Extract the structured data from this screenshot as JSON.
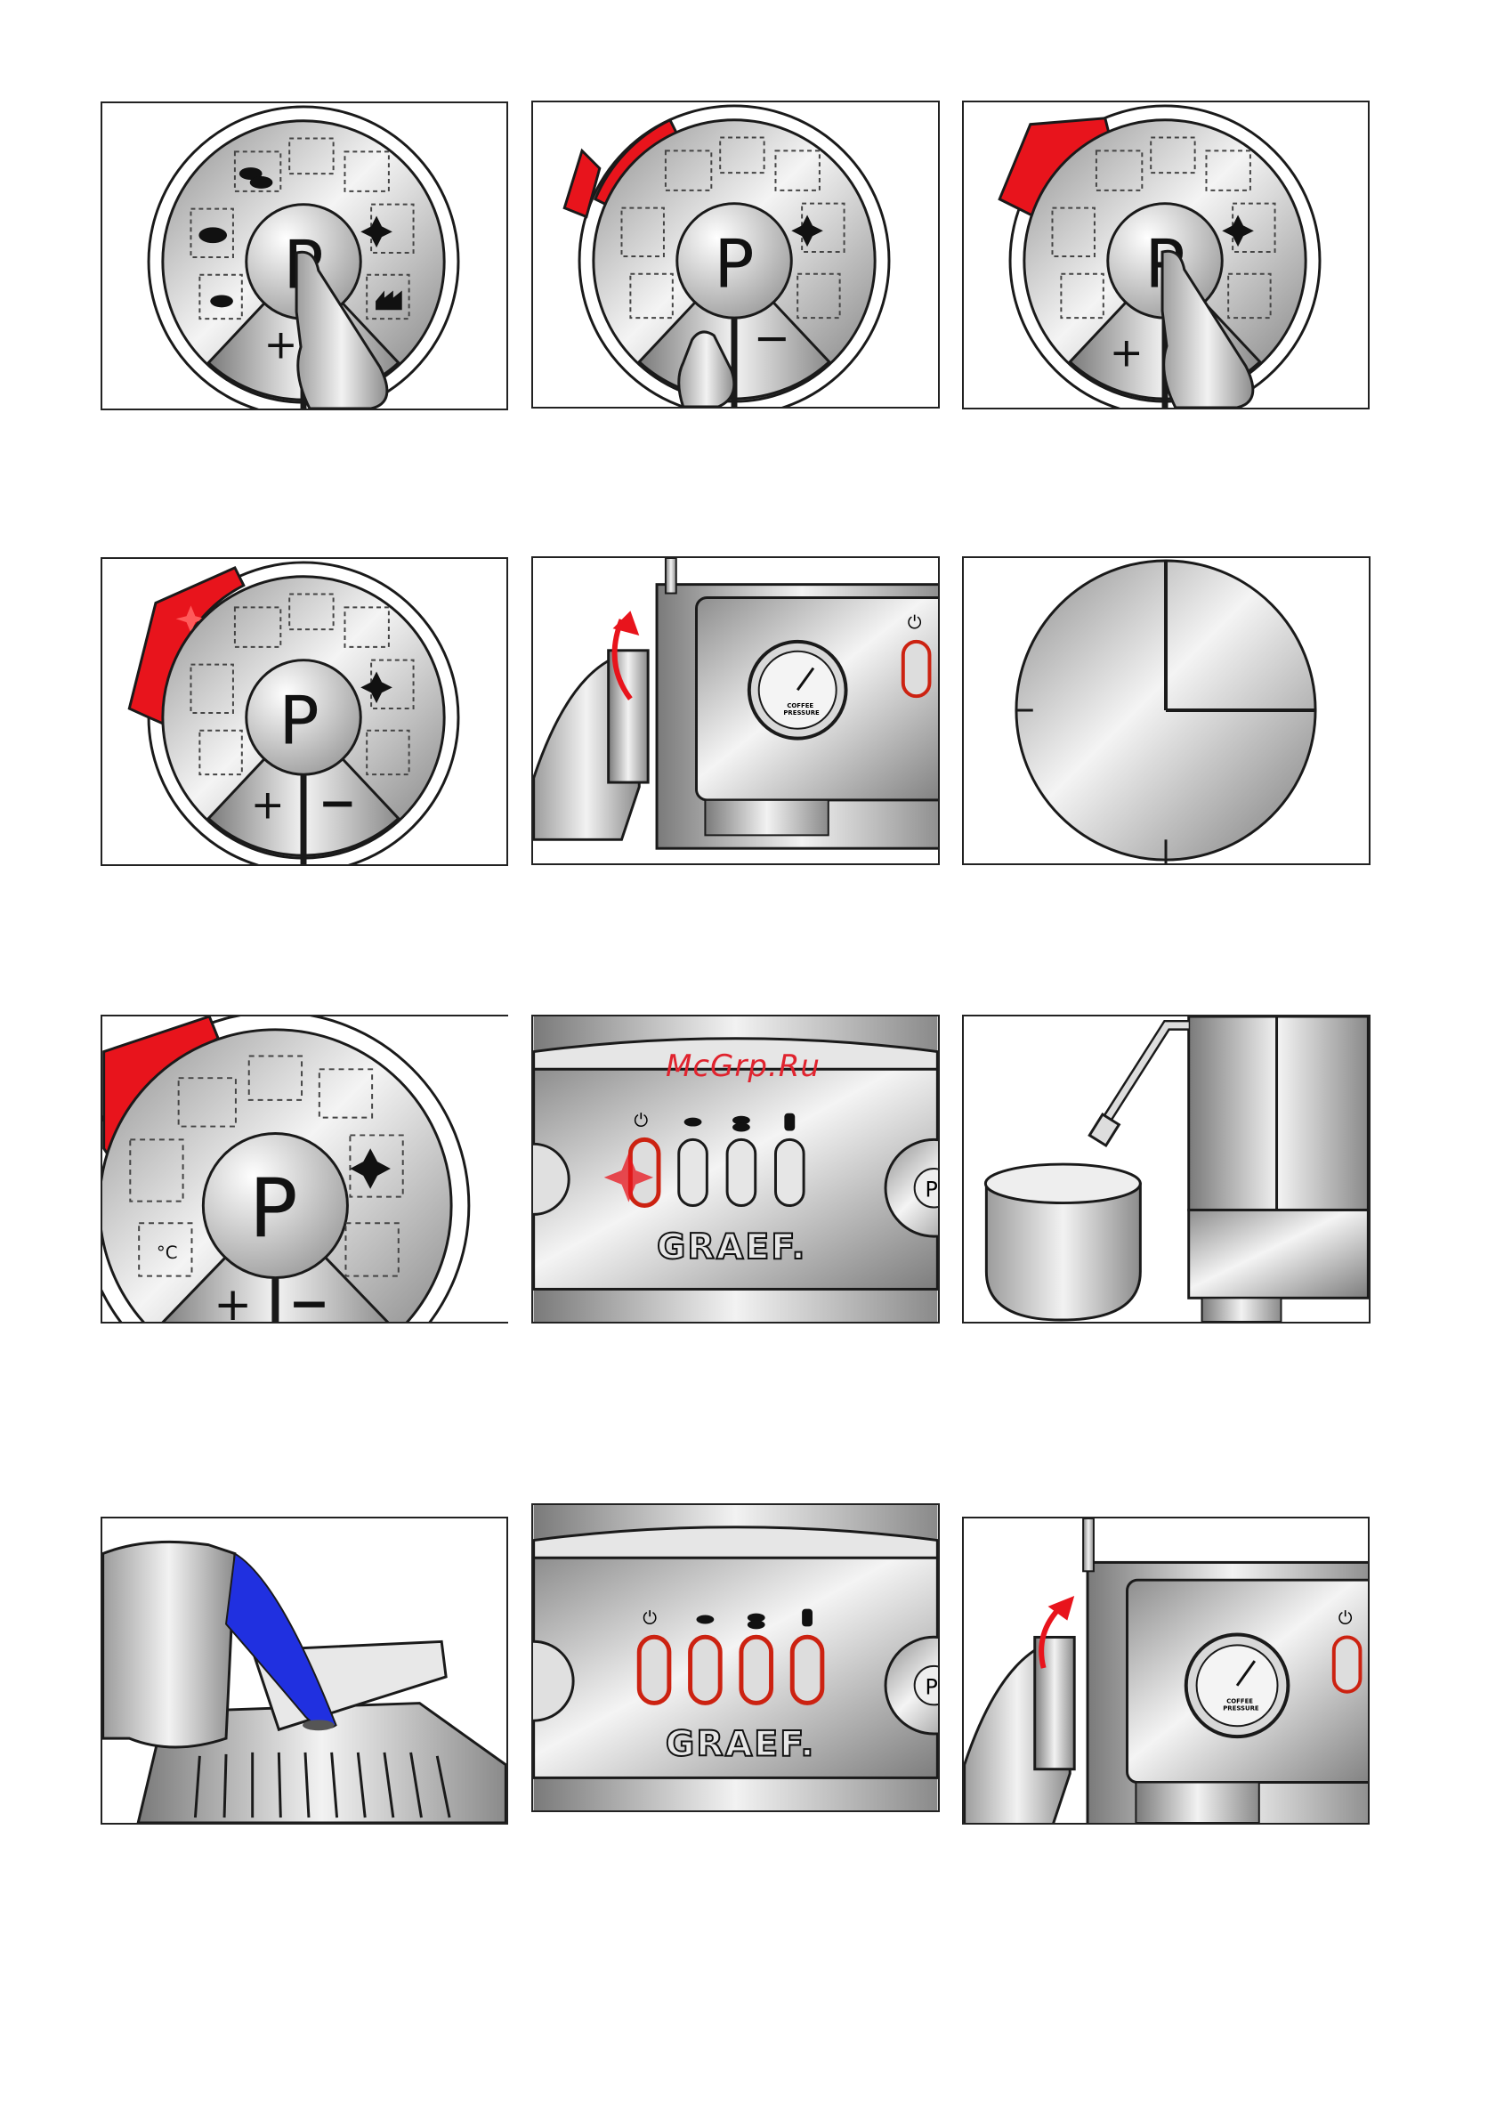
{
  "watermark": "McGrp.Ru",
  "dial": {
    "center": "P",
    "plus": "+",
    "minus": "−",
    "temp_unit": "°C"
  },
  "machine": {
    "brand": "GRAEF.",
    "gauge_line1": "COFFEE",
    "gauge_line2": "PRESSURE",
    "icons": [
      "power-icon",
      "single-cup-icon",
      "double-cup-icon",
      "steam-hand-icon"
    ]
  },
  "colors": {
    "accent": "#e8141c",
    "water": "#2030e0",
    "steel": "#c8c8c8",
    "outline": "#1a1a1a"
  },
  "footer": {
    "left": "",
    "right": ""
  }
}
